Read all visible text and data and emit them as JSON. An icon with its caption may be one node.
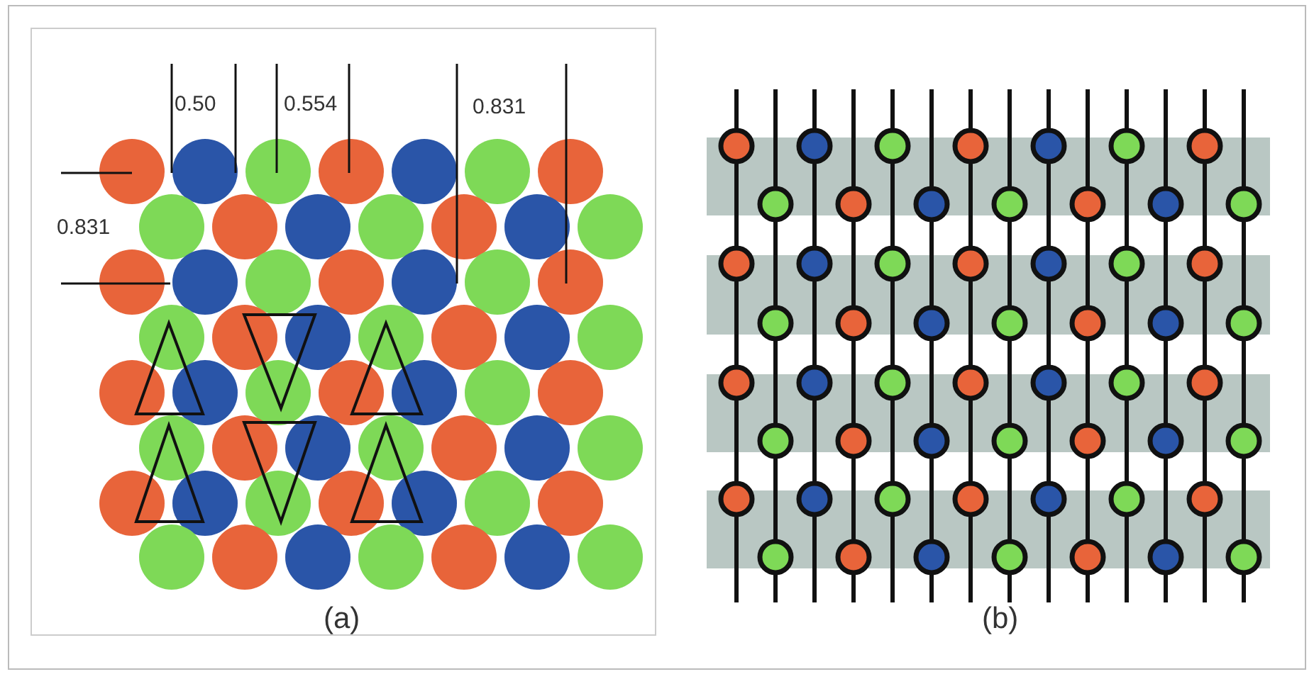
{
  "diagram": {
    "labels": [
      "0.50",
      "0.554",
      "0.831",
      "0.831",
      "(a)",
      "(b)"
    ]
  }
}
